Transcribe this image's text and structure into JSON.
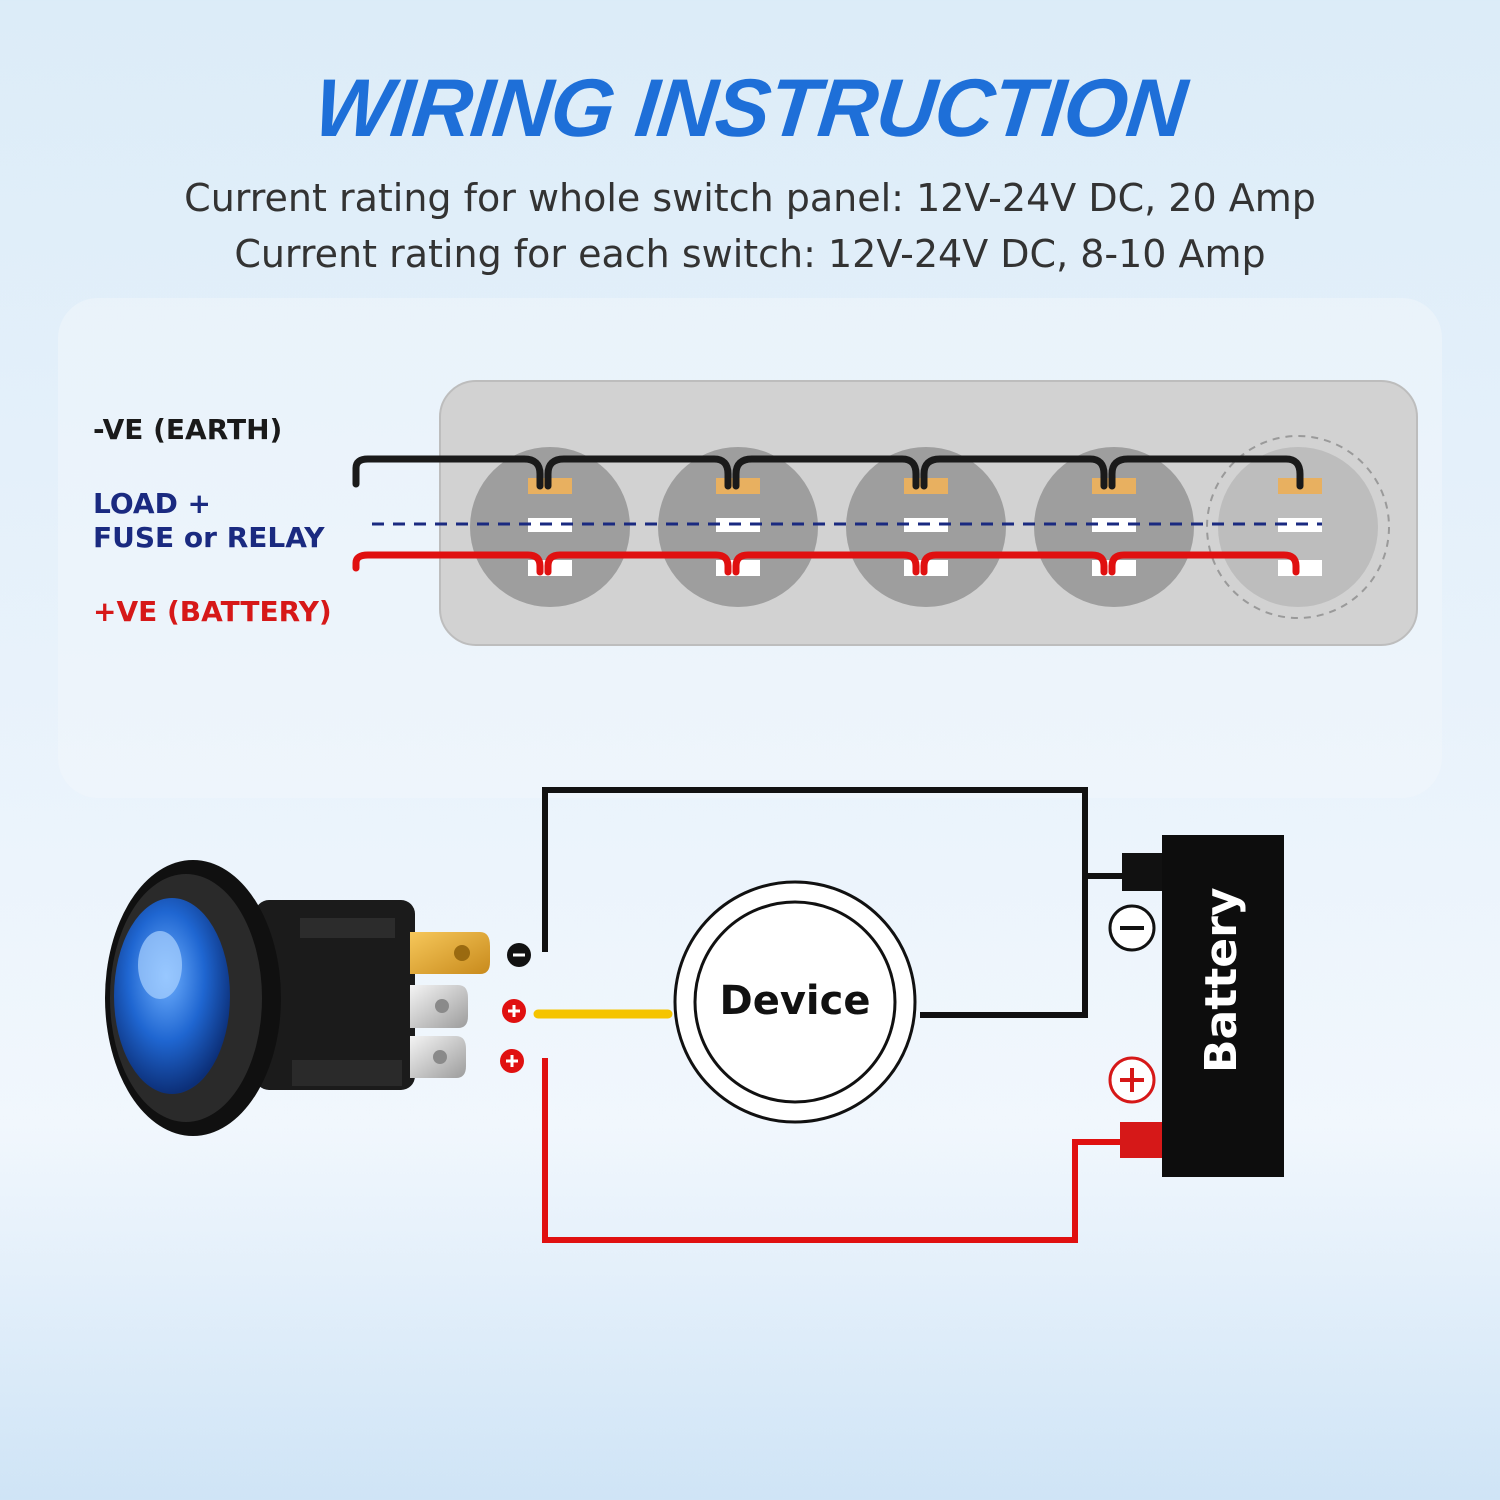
{
  "title": "WIRING INSTRUCTION",
  "ratings": {
    "panel": "Current rating for whole switch panel: 12V-24V DC, 20 Amp",
    "switch": "Current rating for each switch: 12V-24V DC, 8-10 Amp"
  },
  "panel_wiring": {
    "earth_label": "-VE (EARTH)",
    "load_label_line1": "LOAD +",
    "load_label_line2": "FUSE or RELAY",
    "battery_label": "+VE (BATTERY)",
    "switch_count": 5,
    "colors": {
      "earth": "#1a1a1a",
      "load": "#1a2a80",
      "battery": "#e01010",
      "terminal_top": "#e8b060"
    }
  },
  "circuit": {
    "device_label": "Device",
    "battery_label": "Battery",
    "colors": {
      "ground_wire": "#111111",
      "power_wire": "#e01010",
      "load_wire": "#f5c400",
      "switch_cap": "#1f66d1"
    }
  }
}
